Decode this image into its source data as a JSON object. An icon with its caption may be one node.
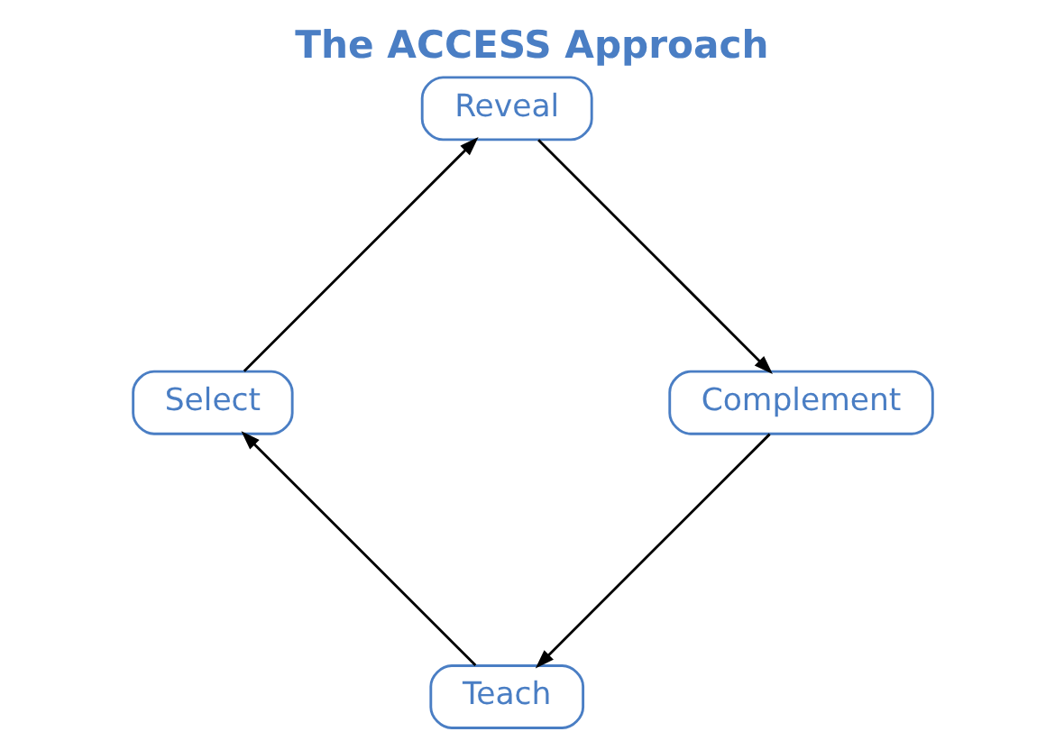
{
  "diagram": {
    "title": "The ACCESS Approach",
    "nodes": [
      {
        "text": [
          "Teach"
        ]
      },
      {
        "text": [
          "Select"
        ]
      },
      {
        "text": [
          "Reveal"
        ]
      },
      {
        "text": [
          "Complement"
        ]
      }
    ],
    "edges": [
      {
        "from": 0,
        "to": 1,
        "arrow": "to"
      },
      {
        "from": 1,
        "to": 2,
        "arrow": "to"
      },
      {
        "from": 2,
        "to": 3,
        "arrow": "to"
      },
      {
        "from": 3,
        "to": 0,
        "arrow": "to"
      }
    ]
  }
}
